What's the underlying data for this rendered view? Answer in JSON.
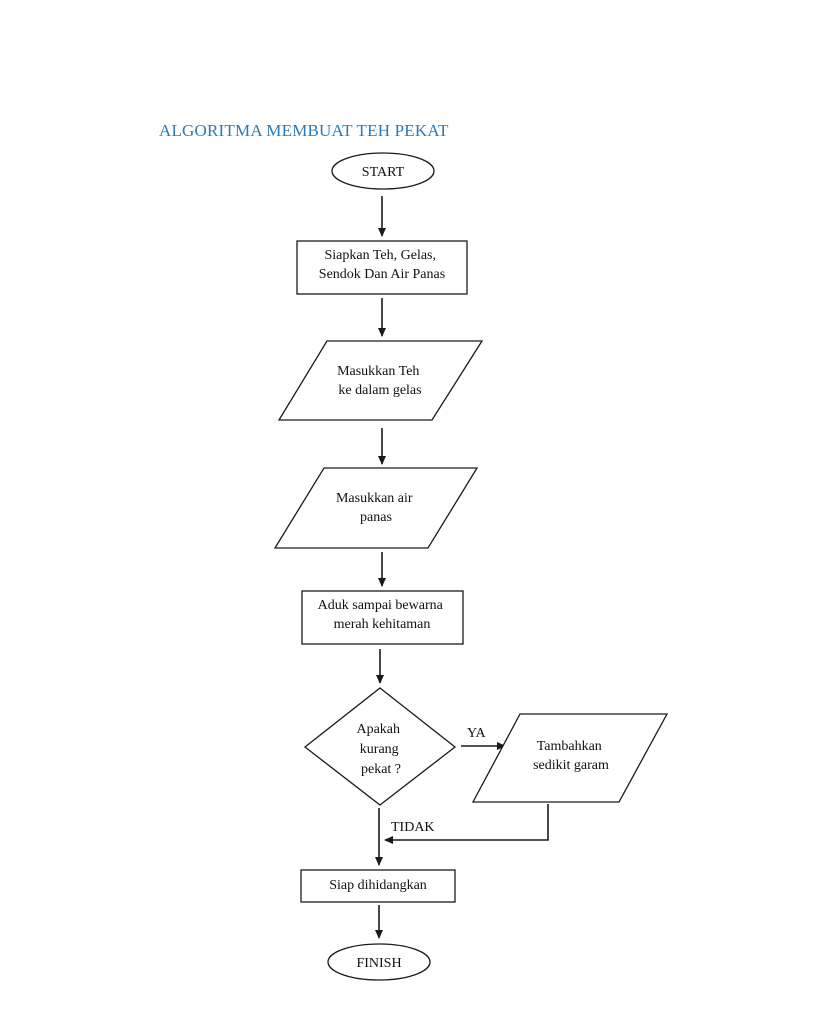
{
  "title": "ALGORITMA MEMBUAT TEH PEKAT",
  "colors": {
    "title": "#2a7ab8",
    "stroke": "#1a1a1a",
    "text": "#111111",
    "background": "#ffffff"
  },
  "nodes": {
    "start": {
      "shape": "terminator",
      "lines": [
        "START"
      ]
    },
    "prepare": {
      "shape": "process",
      "lines": [
        "Siapkan Teh, Gelas,",
        "Sendok Dan Air Panas"
      ]
    },
    "insert_tea": {
      "shape": "input-output",
      "lines": [
        "Masukkan Teh",
        "ke dalam gelas"
      ]
    },
    "insert_water": {
      "shape": "input-output",
      "lines": [
        "Masukkan air",
        "panas"
      ]
    },
    "stir": {
      "shape": "process",
      "lines": [
        "Aduk sampai bewarna",
        "merah kehitaman"
      ]
    },
    "decision": {
      "shape": "decision",
      "lines": [
        "Apakah",
        "kurang",
        "pekat ?"
      ]
    },
    "add_salt": {
      "shape": "input-output",
      "lines": [
        "Tambahkan",
        "sedikit garam"
      ]
    },
    "serve": {
      "shape": "process",
      "lines": [
        "Siap dihidangkan"
      ]
    },
    "finish": {
      "shape": "terminator",
      "lines": [
        "FINISH"
      ]
    }
  },
  "edge_labels": {
    "yes": "YA",
    "no": "TIDAK"
  }
}
